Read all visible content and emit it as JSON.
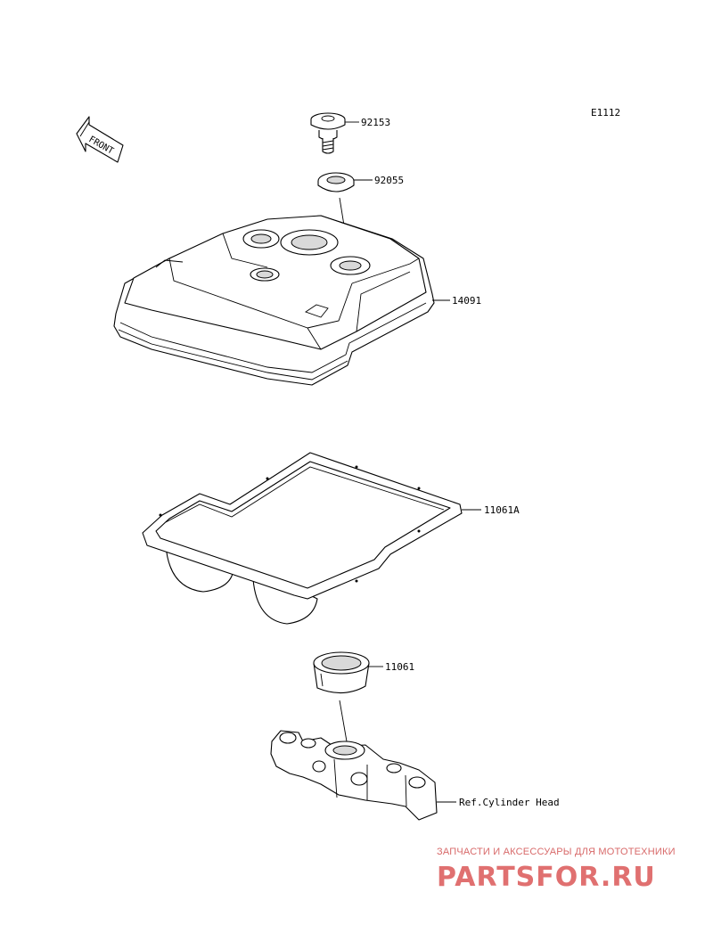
{
  "diagram_code": "E1112",
  "front_label": "FRONT",
  "parts": [
    {
      "id": "p92153",
      "number": "92153"
    },
    {
      "id": "p92055",
      "number": "92055"
    },
    {
      "id": "p14091",
      "number": "14091"
    },
    {
      "id": "p11061A",
      "number": "11061A"
    },
    {
      "id": "p11061",
      "number": "11061"
    },
    {
      "id": "pref",
      "number": "Ref.Cylinder Head"
    }
  ],
  "watermark": {
    "tagline": "ЗАПЧАСТИ И АКСЕССУАРЫ ДЛЯ МОТОТЕХНИКИ",
    "logo_text": "PARTSFOR.RU",
    "color": "#e07070"
  }
}
